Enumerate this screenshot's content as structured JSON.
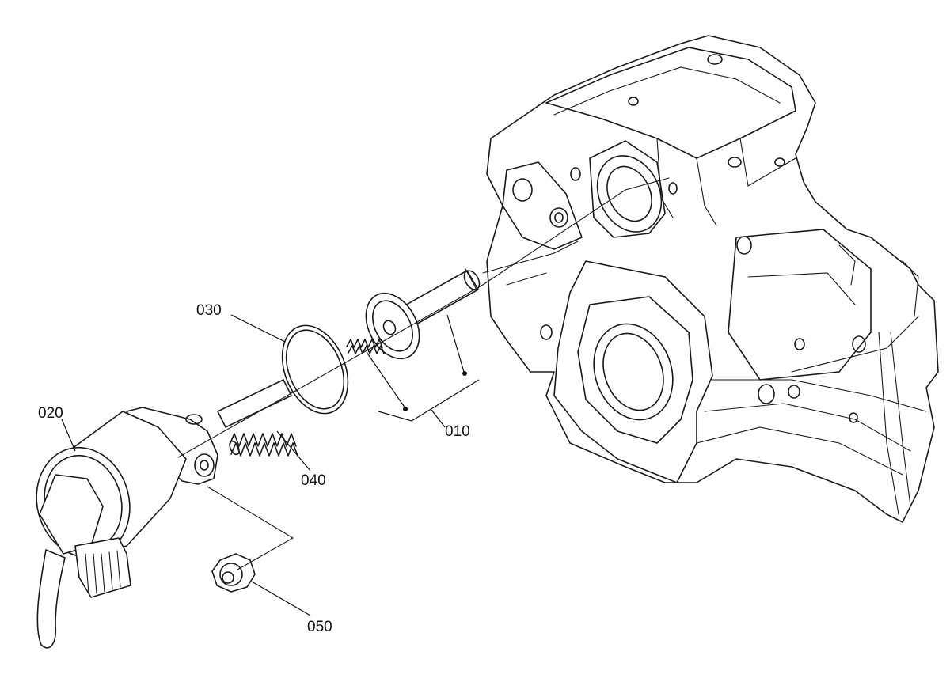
{
  "callouts": {
    "c010": "010",
    "c020": "020",
    "c030": "030",
    "c040": "040",
    "c050": "050"
  },
  "colors": {
    "line": "#1a1a1a",
    "background": "#ffffff"
  }
}
